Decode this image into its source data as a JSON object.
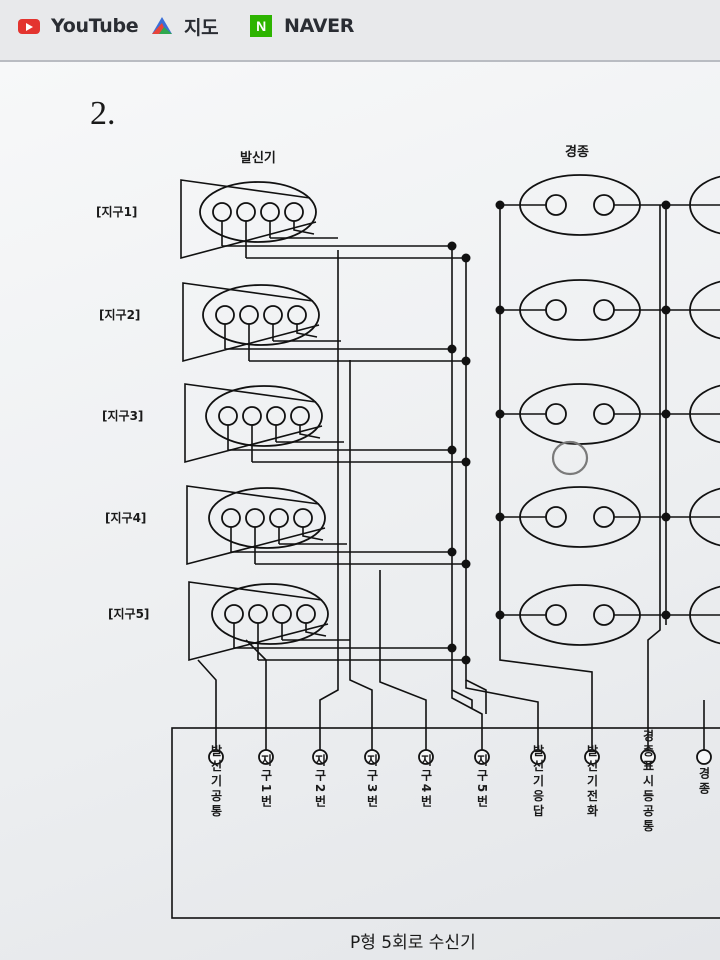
{
  "bookmarks": [
    {
      "label": "YouTube",
      "icon": "youtube-icon"
    },
    {
      "label": "지도",
      "icon": "map-icon"
    },
    {
      "label": "NAVER",
      "icon": "naver-icon"
    }
  ],
  "document": {
    "problem_number": "2.",
    "transmitter_heading": "발신기",
    "common_heading": "경종",
    "zone_labels": [
      "[지구1]",
      "[지구2]",
      "[지구3]",
      "[지구4]",
      "[지구5]"
    ],
    "terminal_labels": [
      "발신기공통",
      "지구1번",
      "지구2번",
      "지구3번",
      "지구4번",
      "지구5번",
      "발신기응답",
      "발신기전화",
      "경종표시등공통",
      "경종"
    ],
    "caption": "P형 5회로 수신기"
  },
  "colors": {
    "line": "#111111",
    "paper": "#f1f2f3"
  }
}
